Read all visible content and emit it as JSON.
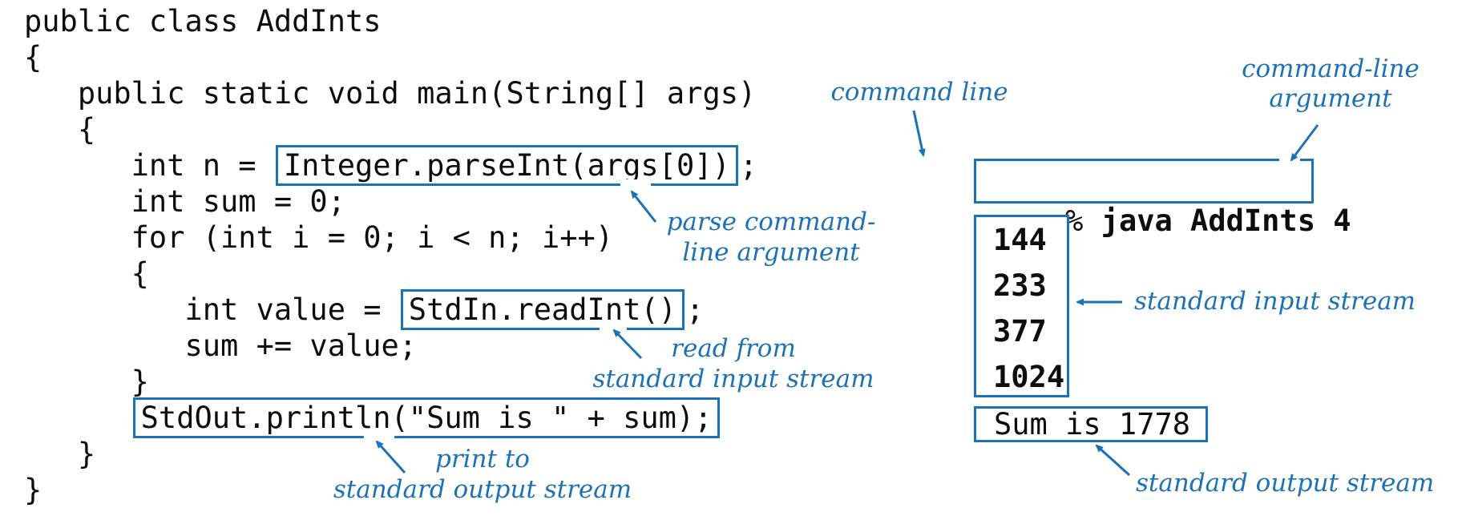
{
  "colors": {
    "accent": "#1d72b5",
    "code_text": "#0d0d0d",
    "background": "#ffffff"
  },
  "code": {
    "lines": [
      {
        "segments": [
          {
            "text": "public class AddInts"
          }
        ]
      },
      {
        "segments": [
          {
            "text": "{"
          }
        ]
      },
      {
        "segments": [
          {
            "text": "   public static void main(String[] args)"
          }
        ]
      },
      {
        "segments": [
          {
            "text": "   {"
          }
        ]
      },
      {
        "segments": [
          {
            "text": "      int n = "
          },
          {
            "text": "Integer.parseInt(args[0])",
            "boxed": true
          },
          {
            "text": ";"
          }
        ]
      },
      {
        "segments": [
          {
            "text": "      int sum = 0;"
          }
        ]
      },
      {
        "segments": [
          {
            "text": "      for (int i = 0; i < n; i++)"
          }
        ]
      },
      {
        "segments": [
          {
            "text": "      {"
          }
        ]
      },
      {
        "segments": [
          {
            "text": "         int value = "
          },
          {
            "text": "StdIn.readInt()",
            "boxed": true
          },
          {
            "text": ";"
          }
        ]
      },
      {
        "segments": [
          {
            "text": "         sum += value;"
          }
        ]
      },
      {
        "segments": [
          {
            "text": "      }"
          }
        ]
      },
      {
        "segments": [
          {
            "text": "      "
          },
          {
            "text": "StdOut.println(\"Sum is \" + sum);",
            "boxed": true
          }
        ]
      },
      {
        "segments": [
          {
            "text": "   }"
          }
        ]
      },
      {
        "segments": [
          {
            "text": "}"
          }
        ]
      }
    ]
  },
  "annotations": {
    "parse": {
      "line1": "parse command-",
      "line2": "line argument"
    },
    "read": {
      "line1": "read from",
      "line2": "standard input stream"
    },
    "print": {
      "line1": "print to",
      "line2": "standard output stream"
    },
    "command_line": "command line",
    "command_line_argument": {
      "line1": "command-line",
      "line2": "argument"
    },
    "stdin_stream": "standard input stream",
    "stdout_stream": "standard output stream"
  },
  "terminal": {
    "prompt": "% ",
    "command": "java AddInts 4",
    "input_values": [
      "144",
      "233",
      "377",
      "1024"
    ],
    "output": "Sum is 1778"
  }
}
